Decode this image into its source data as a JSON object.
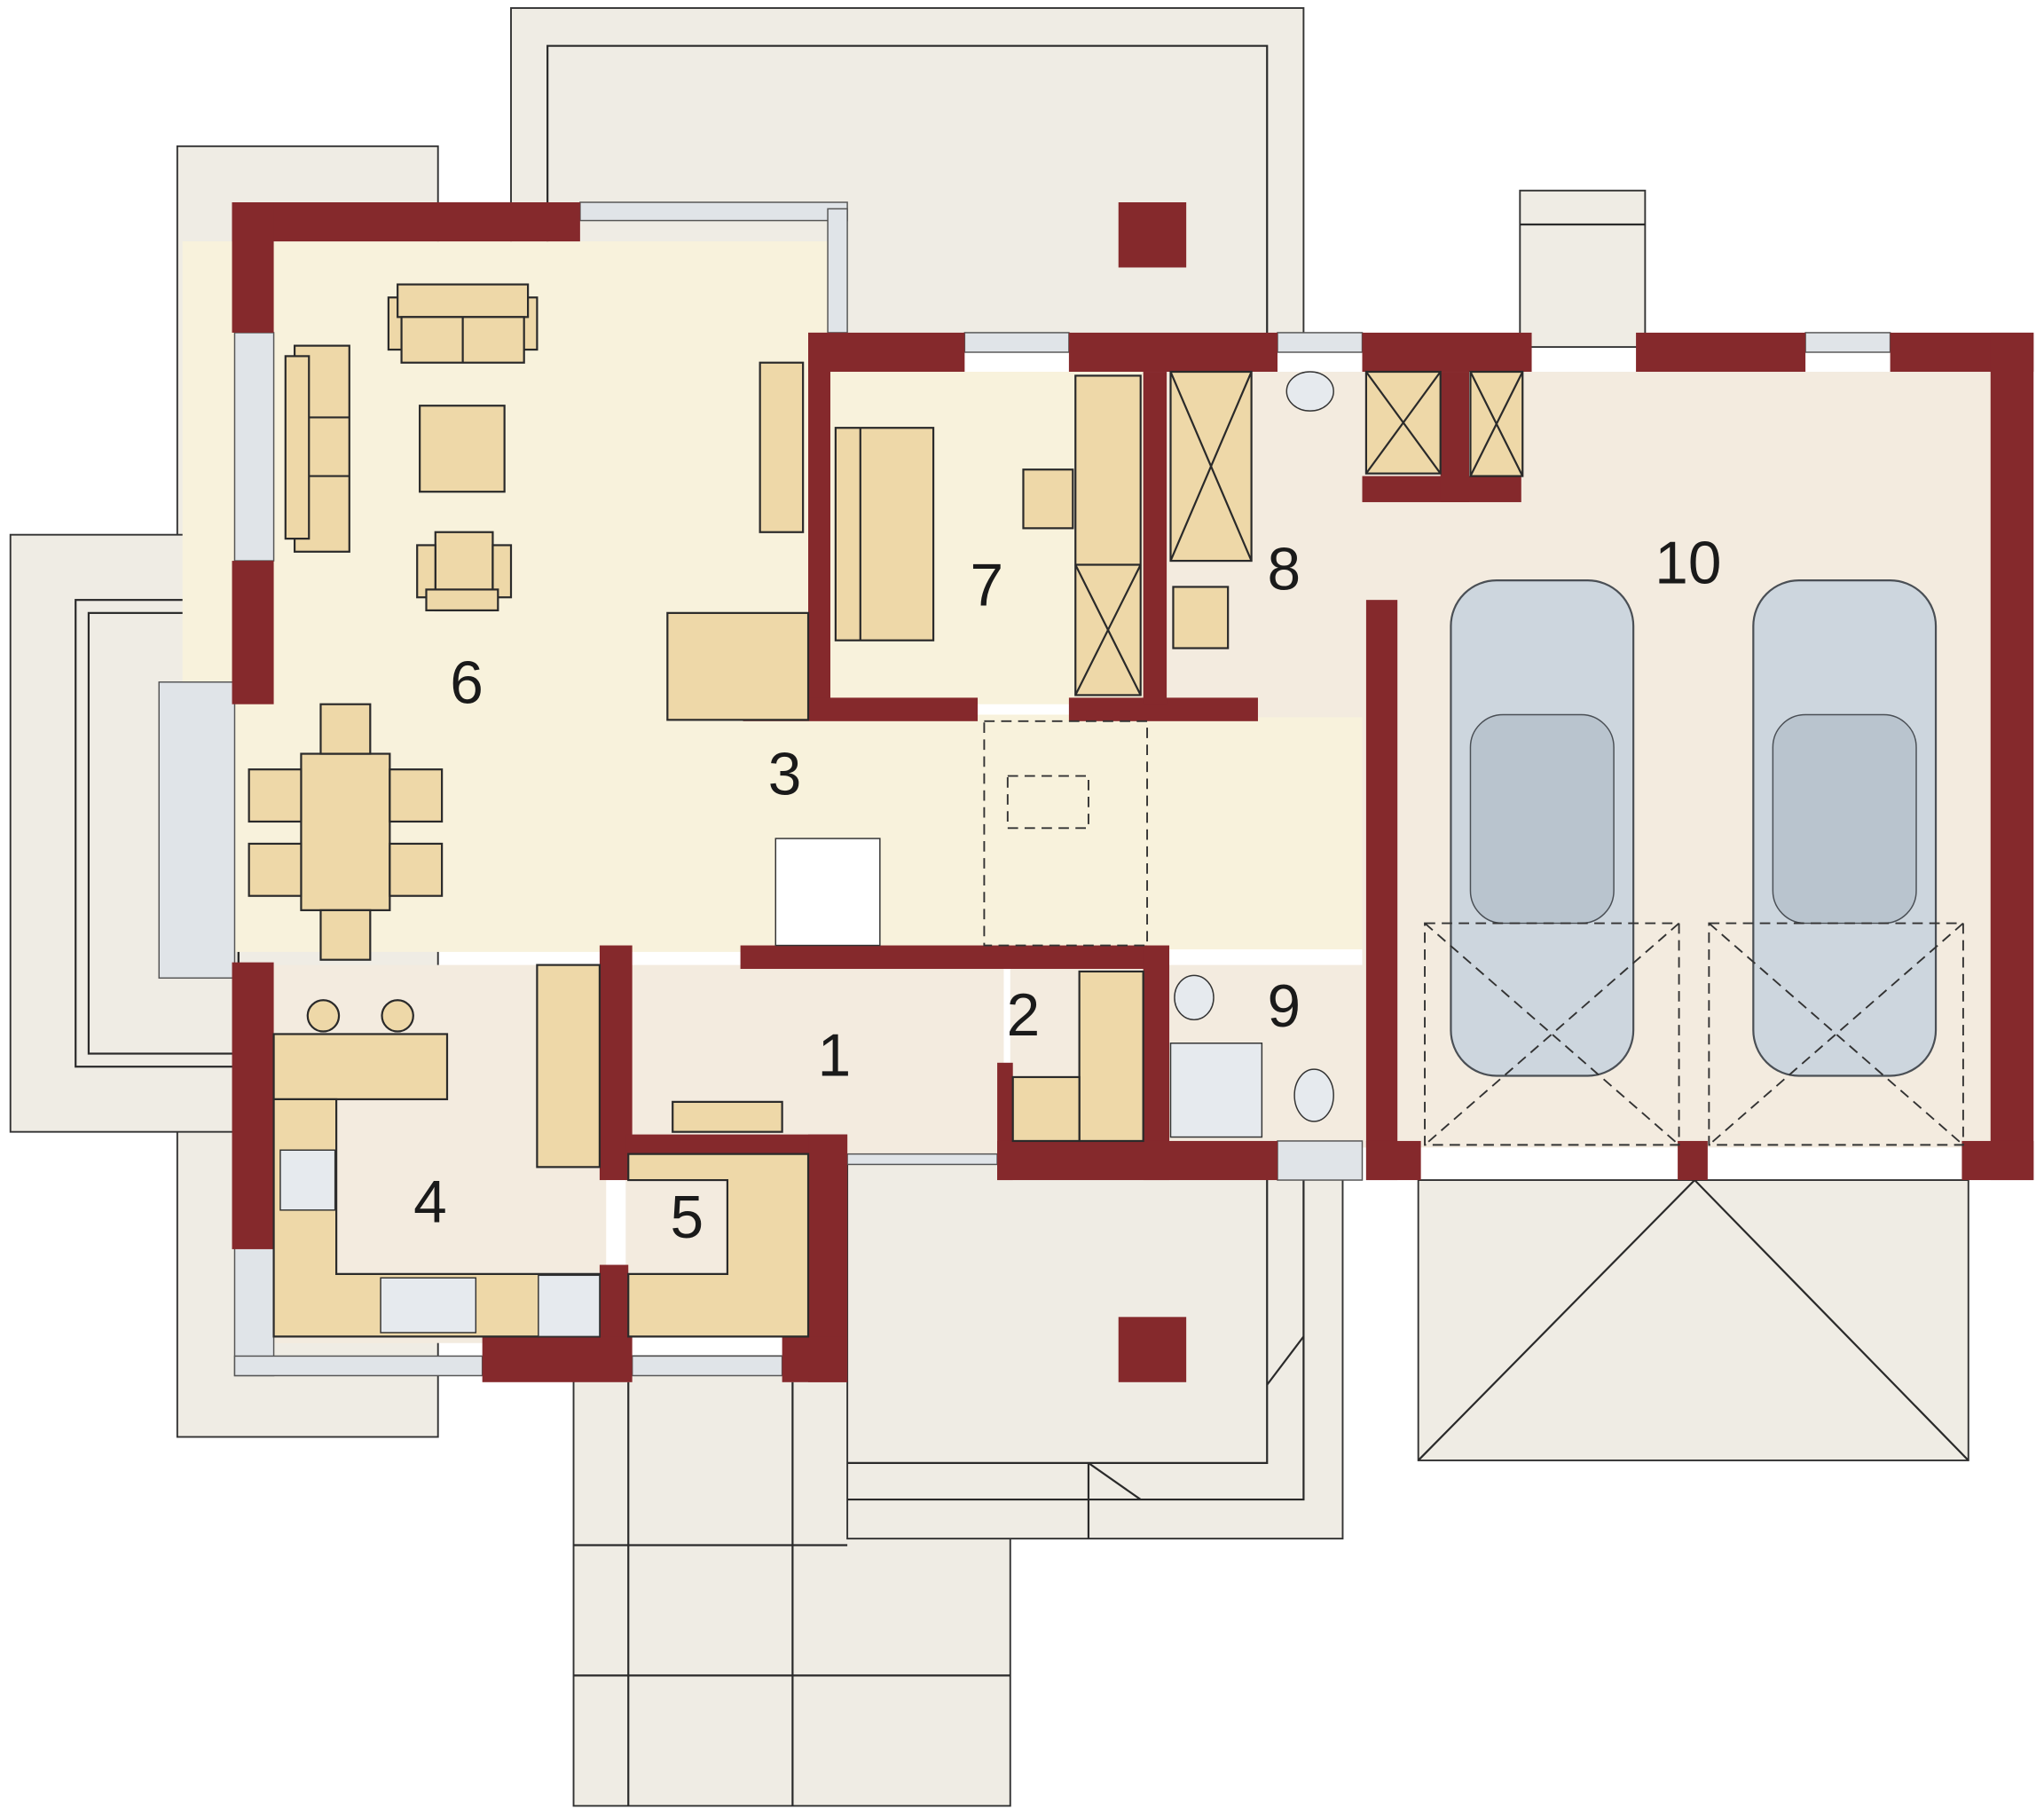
{
  "plan": {
    "title": "Ground floor plan",
    "rooms": [
      {
        "number": "1"
      },
      {
        "number": "2"
      },
      {
        "number": "3"
      },
      {
        "number": "4"
      },
      {
        "number": "5"
      },
      {
        "number": "6"
      },
      {
        "number": "7"
      },
      {
        "number": "8"
      },
      {
        "number": "9"
      },
      {
        "number": "10"
      }
    ]
  },
  "colors": {
    "wall": "#85292c",
    "living_floor": "#f8f2dc",
    "room_floor": "#f3ebdf",
    "furniture": "#eed8a8",
    "window": "#e0e4e8",
    "terrace": "#efece4",
    "car": "#cdd6de"
  }
}
